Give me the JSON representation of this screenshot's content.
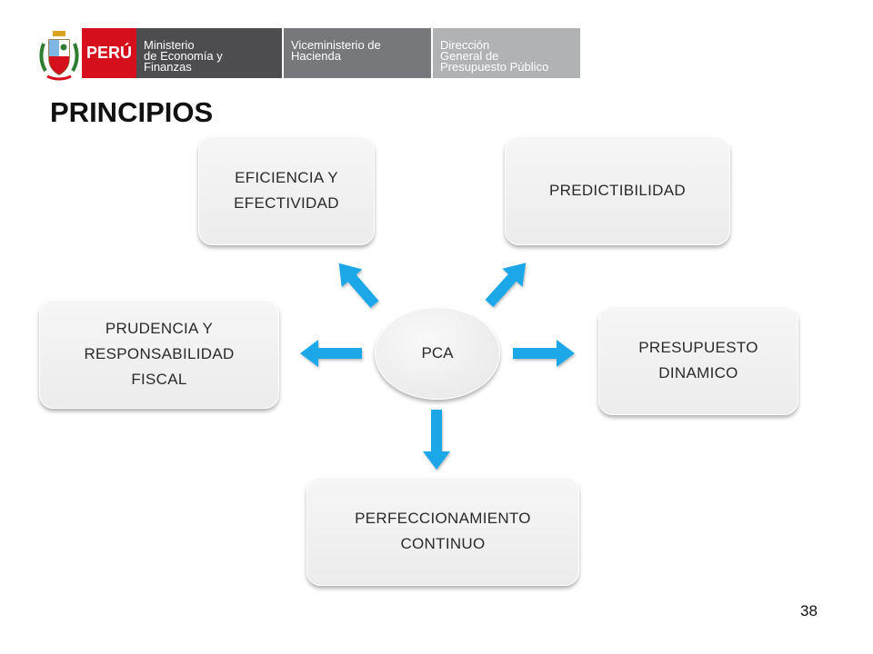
{
  "header": {
    "peru_label": "PERÚ",
    "segments": [
      {
        "line1": "Ministerio",
        "line2": "de Economía  y",
        "line3": "Finanzas"
      },
      {
        "line1": "Viceministerio  de",
        "line2": "Hacienda",
        "line3": ""
      },
      {
        "line1": "Dirección",
        "line2": "General  de",
        "line3": "Presupuesto  Público"
      }
    ],
    "colors": {
      "peru": "#d5101c",
      "seg1": "#4d4d4f",
      "seg2": "#77787b",
      "seg3": "#b1b2b4"
    }
  },
  "title": "PRINCIPIOS",
  "diagram": {
    "center": "PCA",
    "nodes": {
      "eficiencia": "EFICIENCIA Y\nEFECTIVIDAD",
      "predictibilidad": "PREDICTIBILIDAD",
      "prudencia": "PRUDENCIA Y\nRESPONSABILIDAD\nFISCAL",
      "presupuesto": "PRESUPUESTO\nDINAMICO",
      "perfeccionamiento": "PERFECCIONAMIENTO\nCONTINUO"
    },
    "arrow_color": "#1aa7e8"
  },
  "page_number": "38"
}
